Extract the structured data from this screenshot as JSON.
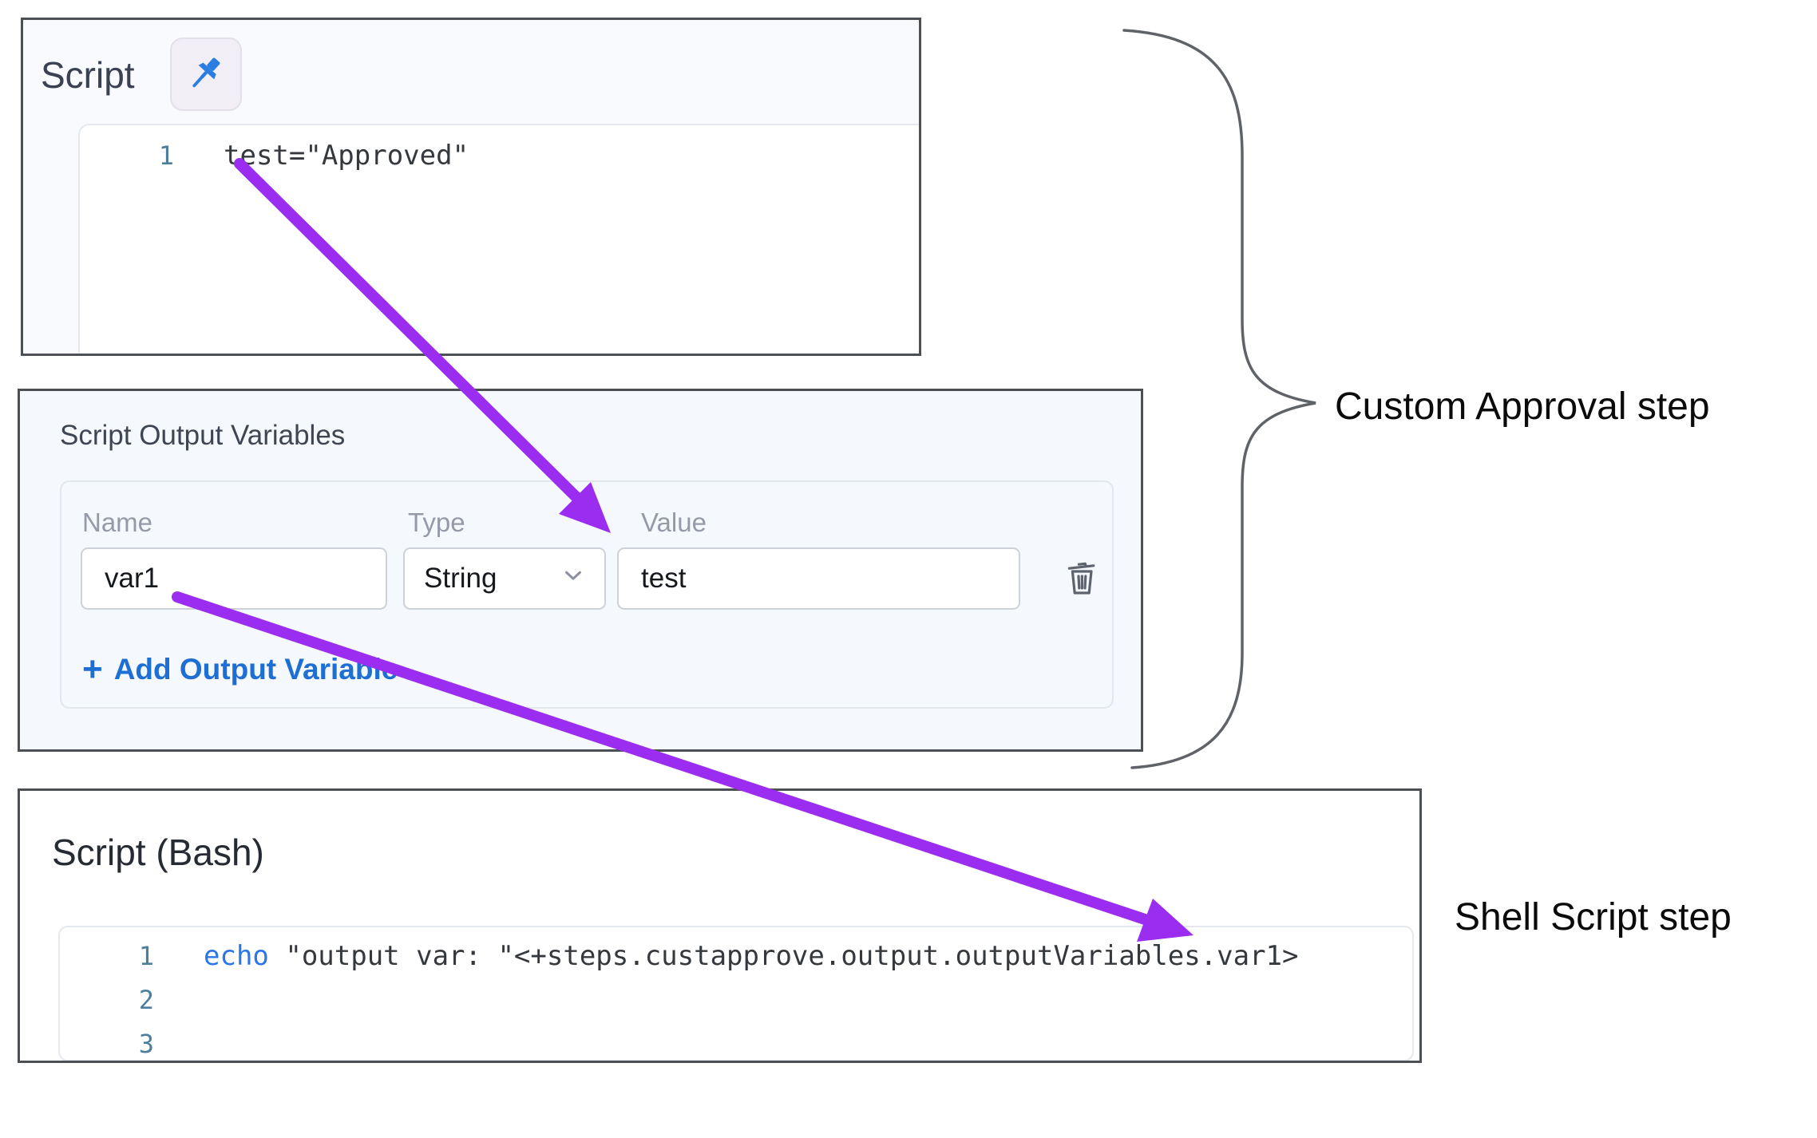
{
  "panels": {
    "script": {
      "title": "Script",
      "editor": {
        "lines": [
          {
            "number": "1",
            "code": "test=\"Approved\""
          }
        ]
      }
    },
    "output_variables": {
      "title": "Script Output Variables",
      "columns": {
        "name": "Name",
        "type": "Type",
        "value": "Value"
      },
      "rows": [
        {
          "name": "var1",
          "type": "String",
          "value": "test"
        }
      ],
      "add_button": {
        "icon": "+",
        "label": "Add Output Variable"
      }
    },
    "bash": {
      "title": "Script (Bash)",
      "editor": {
        "lines": [
          {
            "number": "1",
            "keyword": "echo",
            "code": " \"output var: \"<+steps.custapprove.output.outputVariables.var1>"
          },
          {
            "number": "2",
            "code": ""
          },
          {
            "number": "3",
            "code": ""
          }
        ]
      }
    }
  },
  "annotations": {
    "custom_approval_label": "Custom Approval step",
    "shell_script_label": "Shell Script step"
  },
  "icons": {
    "pin": "pushpin-icon",
    "trash": "trash-icon",
    "chevron": "chevron-down-icon"
  },
  "colors": {
    "arrow": "#9a2def",
    "pin_blue": "#2b7de0",
    "keyword_blue": "#2d76e8",
    "line_number_teal": "#4d7e9c",
    "link_blue": "#1d6fd3",
    "brace_gray": "#5f6368",
    "panel_border": "#4c4f53"
  }
}
